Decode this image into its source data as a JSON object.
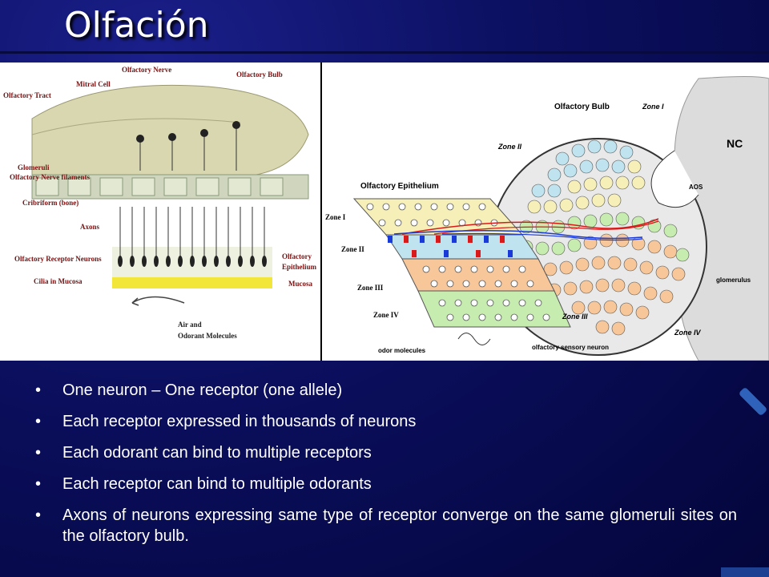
{
  "title": "Olfación",
  "left_figure": {
    "labels": {
      "olfactory_nerve": "Olfactory Nerve",
      "olfactory_bulb": "Olfactory Bulb",
      "mitral_cell": "Mitral Cell",
      "olfactory_tract": "Olfactory Tract",
      "glomeruli": "Glomeruli",
      "nerve_filaments": "Olfactory Nerve filaments",
      "cribriform": "Cribriform (bone)",
      "axons": "Axons",
      "receptor_neurons": "Olfactory Receptor Neurons",
      "cilia": "Cilia in Mucosa",
      "olfactory": "Olfactory",
      "epithelium": "Epithelium",
      "mucosa": "Mucosa",
      "air_and": "Air and",
      "odorant_molecules": "Odorant Molecules"
    }
  },
  "right_figure": {
    "labels": {
      "olfactory_bulb": "Olfactory Bulb",
      "zone_i_bulb": "Zone I",
      "zone_ii_bulb": "Zone II",
      "nc": "NC",
      "aos": "AOS",
      "olfactory_epithelium": "Olfactory Epithelium",
      "zone_i": "Zone I",
      "zone_ii": "Zone II",
      "zone_iii": "Zone III",
      "zone_iv": "Zone IV",
      "glomerulus": "glomerulus",
      "zone_iii_bulb": "Zone III",
      "zone_iv_bulb": "Zone IV",
      "odor_molecules": "odor molecules",
      "sensory_neuron": "olfactory sensory neuron"
    },
    "colors": {
      "zone_i": "#f6f0b8",
      "zone_ii": "#bfe4ef",
      "zone_iii": "#f7c79a",
      "zone_iv": "#c7ecb0"
    }
  },
  "bullets": [
    "One neuron – One receptor (one allele)",
    "Each receptor expressed in thousands of neurons",
    "Each odorant can bind to multiple receptors",
    "Each receptor can bind to multiple odorants",
    "Axons of neurons expressing same type of receptor converge on the same glomeruli sites on the olfactory bulb."
  ],
  "bullet_glyph": "•"
}
